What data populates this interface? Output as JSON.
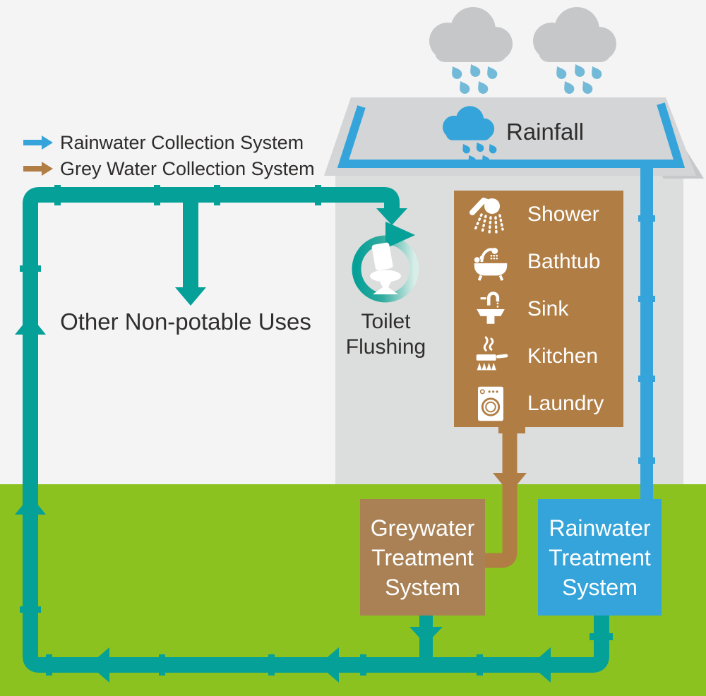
{
  "legend": {
    "items": [
      {
        "icon": "rainwater-arrow-icon",
        "label": "Rainwater Collection System",
        "color": "#35a4da"
      },
      {
        "icon": "greywater-arrow-icon",
        "label": "Grey Water Collection System",
        "color": "#b07e45"
      }
    ]
  },
  "rainfall_label": "Rainfall",
  "other_uses_label": "Other Non-potable Uses",
  "toilet": {
    "line1": "Toilet",
    "line2": "Flushing"
  },
  "appliances": {
    "items": [
      {
        "icon": "shower-icon",
        "label": "Shower"
      },
      {
        "icon": "bathtub-icon",
        "label": "Bathtub"
      },
      {
        "icon": "sink-icon",
        "label": "Sink"
      },
      {
        "icon": "kitchen-icon",
        "label": "Kitchen"
      },
      {
        "icon": "laundry-icon",
        "label": "Laundry"
      }
    ]
  },
  "treatment_boxes": {
    "greywater": {
      "lines": [
        "Greywater",
        "Treatment",
        "System"
      ],
      "color": "#a98155"
    },
    "rainwater": {
      "lines": [
        "Rainwater",
        "Treatment",
        "System"
      ],
      "color": "#35a4da"
    }
  },
  "colors": {
    "teal_pipe": "#05a098",
    "rain_blue": "#35a4da",
    "grey_water_brown": "#b07e45",
    "ground_green": "#8cc220",
    "cloud_gray": "#c6c7c9",
    "light_drop_blue": "#72bad7",
    "house_wall": "#dcdddd",
    "roof": "#d4d5d6",
    "roof_shadow": "#c7c8c9",
    "background": "#f4f4f5",
    "text_dark": "#2e2c2b",
    "text_white": "#ffffff"
  }
}
